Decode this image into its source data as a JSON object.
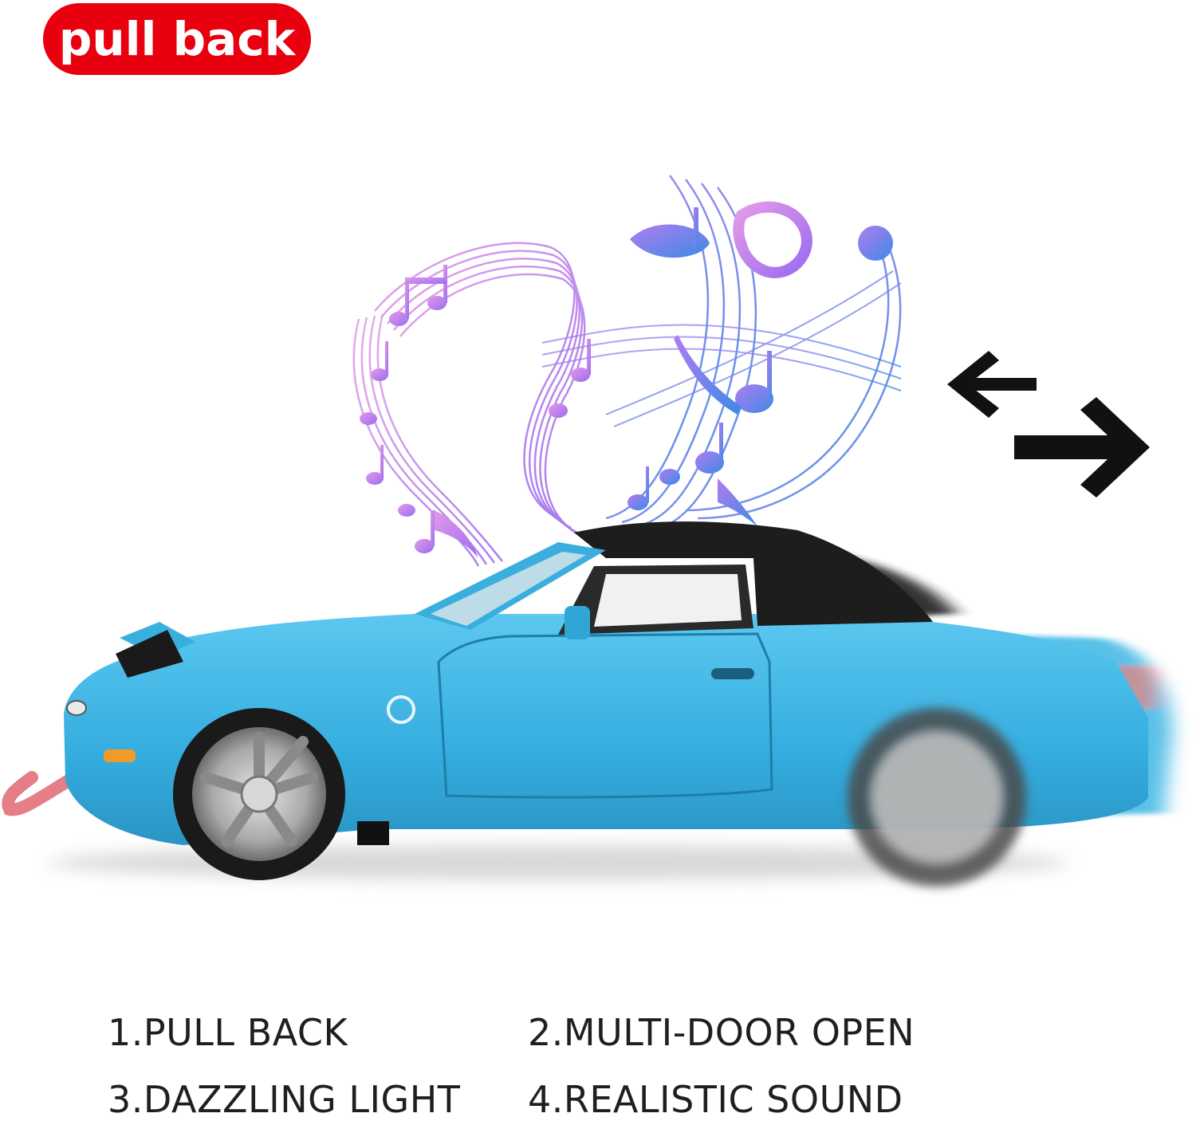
{
  "badge": {
    "label": "pull back",
    "color": "#e8000e"
  },
  "illustration": {
    "car_color": "#3fb7e6",
    "roof_color": "#1b1b1b",
    "wheel_color": "#c8c8c8",
    "notes_colors": [
      "#d98ae6",
      "#a973f0",
      "#3f8ee8"
    ],
    "arrow_color": "#111111",
    "icons": [
      "music-notes-icon",
      "left-arrow-icon",
      "right-arrow-icon"
    ]
  },
  "features": [
    "1.PULL BACK",
    "2.MULTI-DOOR OPEN",
    "3.DAZZLING LIGHT",
    "4.REALISTIC SOUND"
  ]
}
